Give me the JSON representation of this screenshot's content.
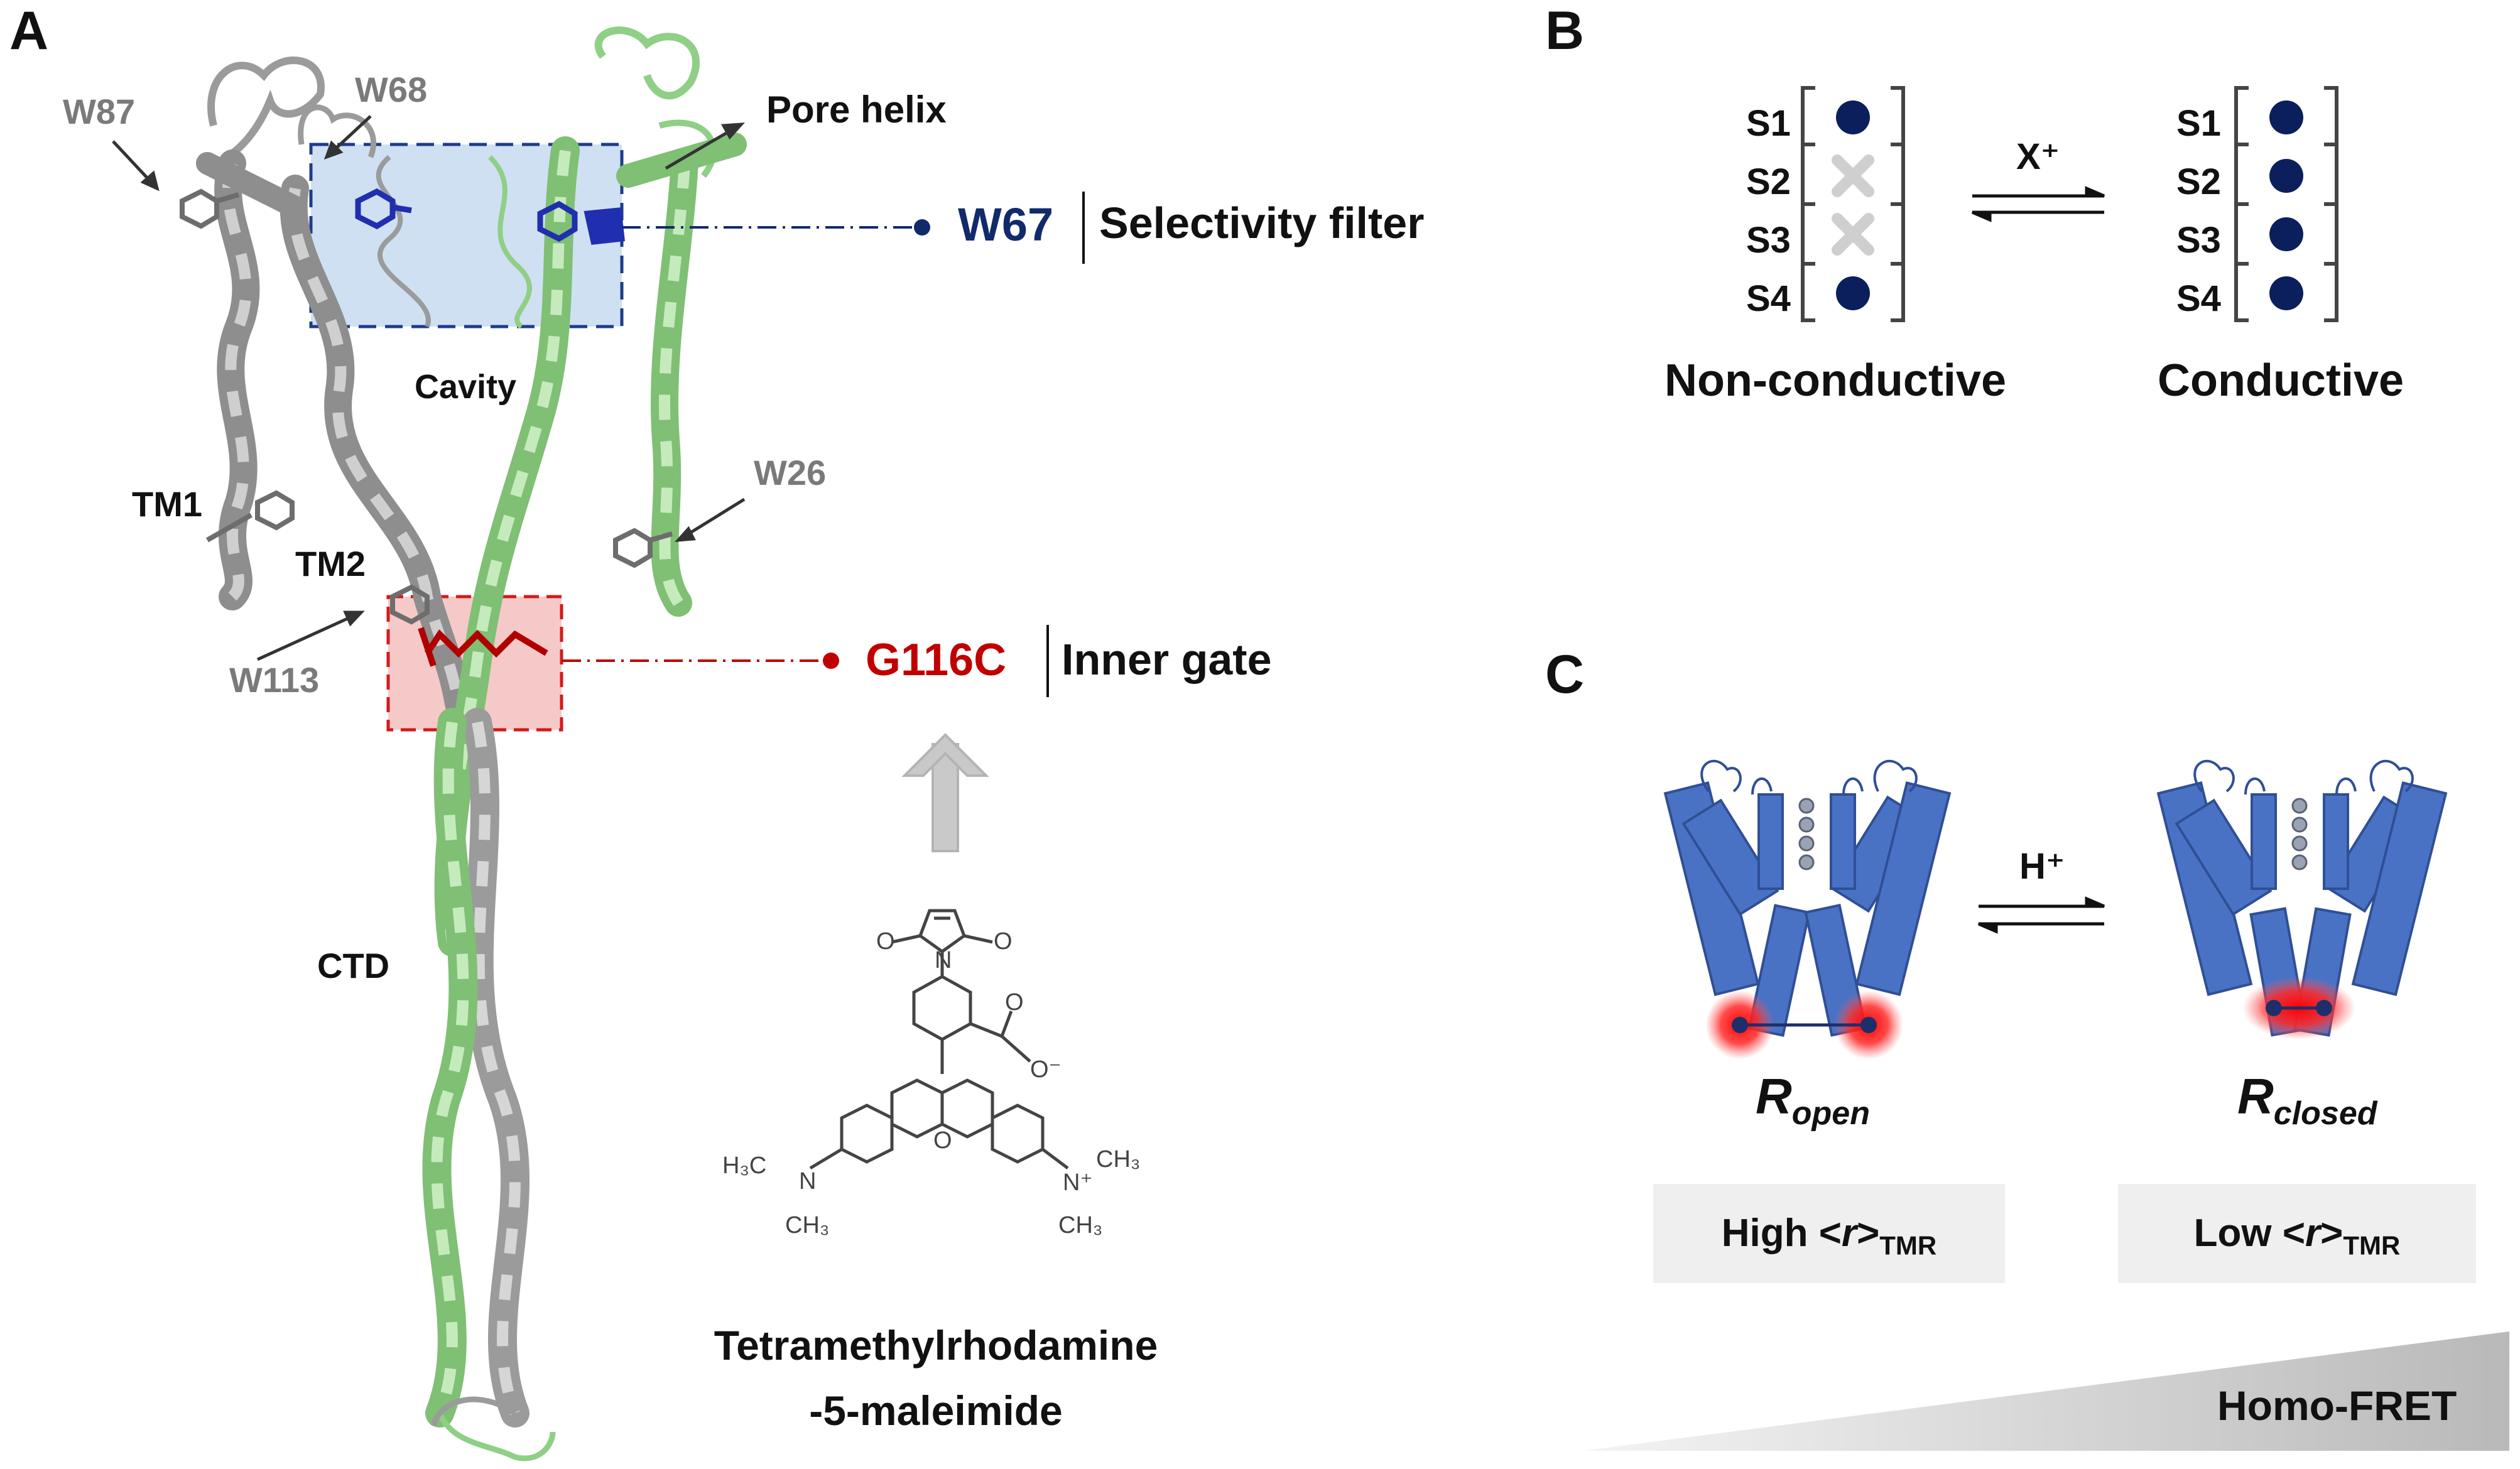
{
  "figure": {
    "panel_a": {
      "letter": "A",
      "residues": {
        "w87": "W87",
        "w68": "W68",
        "w26": "W26",
        "w113": "W113"
      },
      "regions": {
        "tm1": "TM1",
        "tm2": "TM2",
        "cavity": "Cavity",
        "ctd": "CTD",
        "pore_helix": "Pore helix"
      },
      "selectivity_site": {
        "residue": "W67",
        "label": "Selectivity filter"
      },
      "gate_site": {
        "residue": "G116C",
        "label": "Inner gate"
      },
      "dye": {
        "line1": "Tetramethylrhodamine",
        "line2": "-5-maleimide"
      },
      "structure_atoms": {
        "h3c_n": "H₃C",
        "n_left": "N",
        "ch3_left": "CH₃",
        "n_plus": "N⁺",
        "ch3_right_top": "CH₃",
        "ch3_right_bottom": "CH₃",
        "o_ring": "O",
        "o_carboxy": "O",
        "o_minus": "O⁻",
        "o_mal_left": "O",
        "o_mal_right": "O",
        "n_mal": "N"
      },
      "colors": {
        "chain_grey": "#9b9b9b",
        "chain_green": "#a8d8a0",
        "filter_box": "#cfe0f3",
        "gate_box": "#f6c9c9",
        "navy": "#102a6b",
        "red": "#c00000"
      }
    },
    "panel_b": {
      "letter": "B",
      "sites": [
        "S1",
        "S2",
        "S3",
        "S4"
      ],
      "ion_label": "X⁺",
      "left_state": {
        "label": "Non-conductive",
        "occupancy": [
          "ion",
          "empty",
          "empty",
          "ion"
        ]
      },
      "right_state": {
        "label": "Conductive",
        "occupancy": [
          "ion",
          "ion",
          "ion",
          "ion"
        ]
      }
    },
    "panel_c": {
      "letter": "C",
      "proton_label": "H⁺",
      "open": {
        "r": "R",
        "sub": "open"
      },
      "closed": {
        "r": "R",
        "sub": "closed"
      },
      "high_box": {
        "prefix": "High <",
        "r": "r",
        "suffix": ">",
        "sub": "TMR"
      },
      "low_box": {
        "prefix": "Low <",
        "r": "r",
        "suffix": ">",
        "sub": "TMR"
      },
      "gradient_label": "Homo-FRET",
      "colors": {
        "helix_blue": "#4a72c4",
        "fluor_red": "#ff2020"
      }
    }
  }
}
